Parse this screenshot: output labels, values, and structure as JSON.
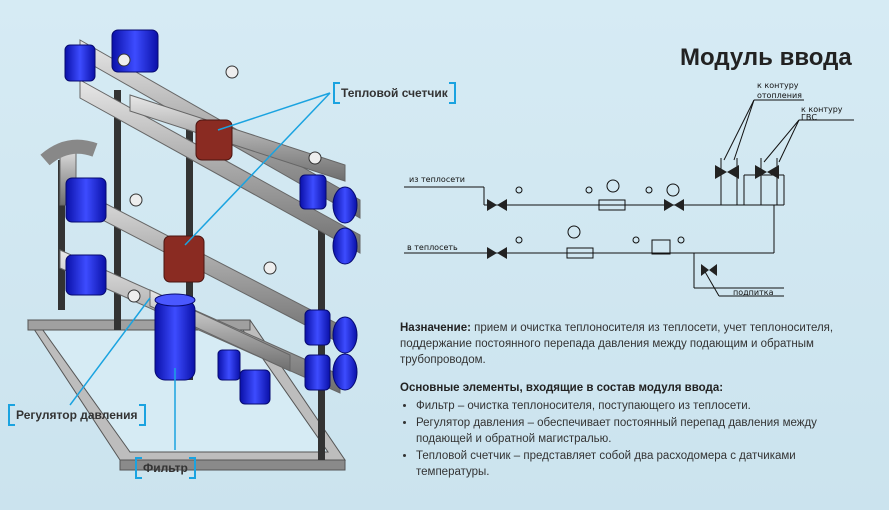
{
  "title": "Модуль ввода",
  "callouts": {
    "heat_meter": "Тепловой счетчик",
    "pressure_regulator": "Регулятор давления",
    "filter": "Фильтр"
  },
  "schematic": {
    "from_network": "из теплосети",
    "to_network": "в теплосеть",
    "to_heating_loop_1": "к контуру",
    "to_heating_loop_2": "отопления",
    "to_hws_loop_1": "к контуру",
    "to_hws_loop_2": "ГВС",
    "makeup": "подпитка"
  },
  "purpose": {
    "label": "Назначение:",
    "text": " прием и очистка теплоносителя из теплосети, учет теплоносителя, поддержание постоянного перепада давления между подающим  и обратным трубопроводом."
  },
  "elements": {
    "heading": "Основные элементы, входящие в состав модуля ввода:",
    "items": [
      "Фильтр – очистка теплоносителя, поступающего из теплосети.",
      "Регулятор давления – обеспечивает постоянный перепад давления между подающей и обратной магистралью.",
      "Тепловой счетчик – представляет собой два расходомера с датчиками температуры."
    ]
  },
  "colors": {
    "accent": "#1aa3e0",
    "flange_blue": "#1f2fd6",
    "pipe_gray": "#9a9a9a"
  }
}
